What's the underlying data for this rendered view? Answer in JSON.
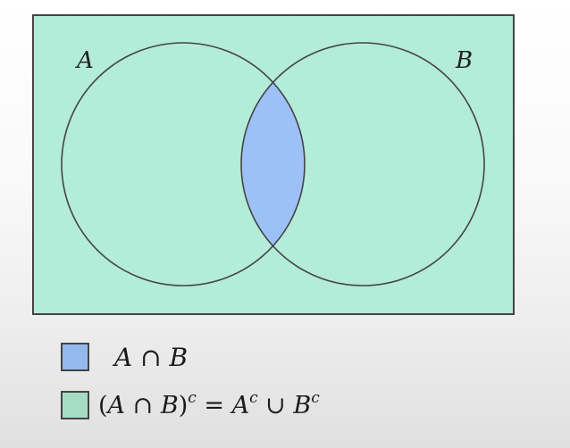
{
  "colors": {
    "universe_fill": "#b3ecd8",
    "intersection_fill": "#9dc1f6",
    "outline": "#444444",
    "swatch_intersection": "#94baed",
    "swatch_complement": "#a4dcc4"
  },
  "diagram": {
    "set_a_label": "A",
    "set_b_label": "B"
  },
  "legend": {
    "intersection": {
      "a": "A",
      "op": " ∩ ",
      "b": "B"
    },
    "complement": {
      "open": "(",
      "a": "A",
      "op": " ∩ ",
      "b": "B",
      "close": ")",
      "sup1": "c",
      "eq": " = ",
      "a2": "A",
      "sup2": "c",
      "union": " ∪ ",
      "b2": "B",
      "sup3": "c"
    }
  }
}
